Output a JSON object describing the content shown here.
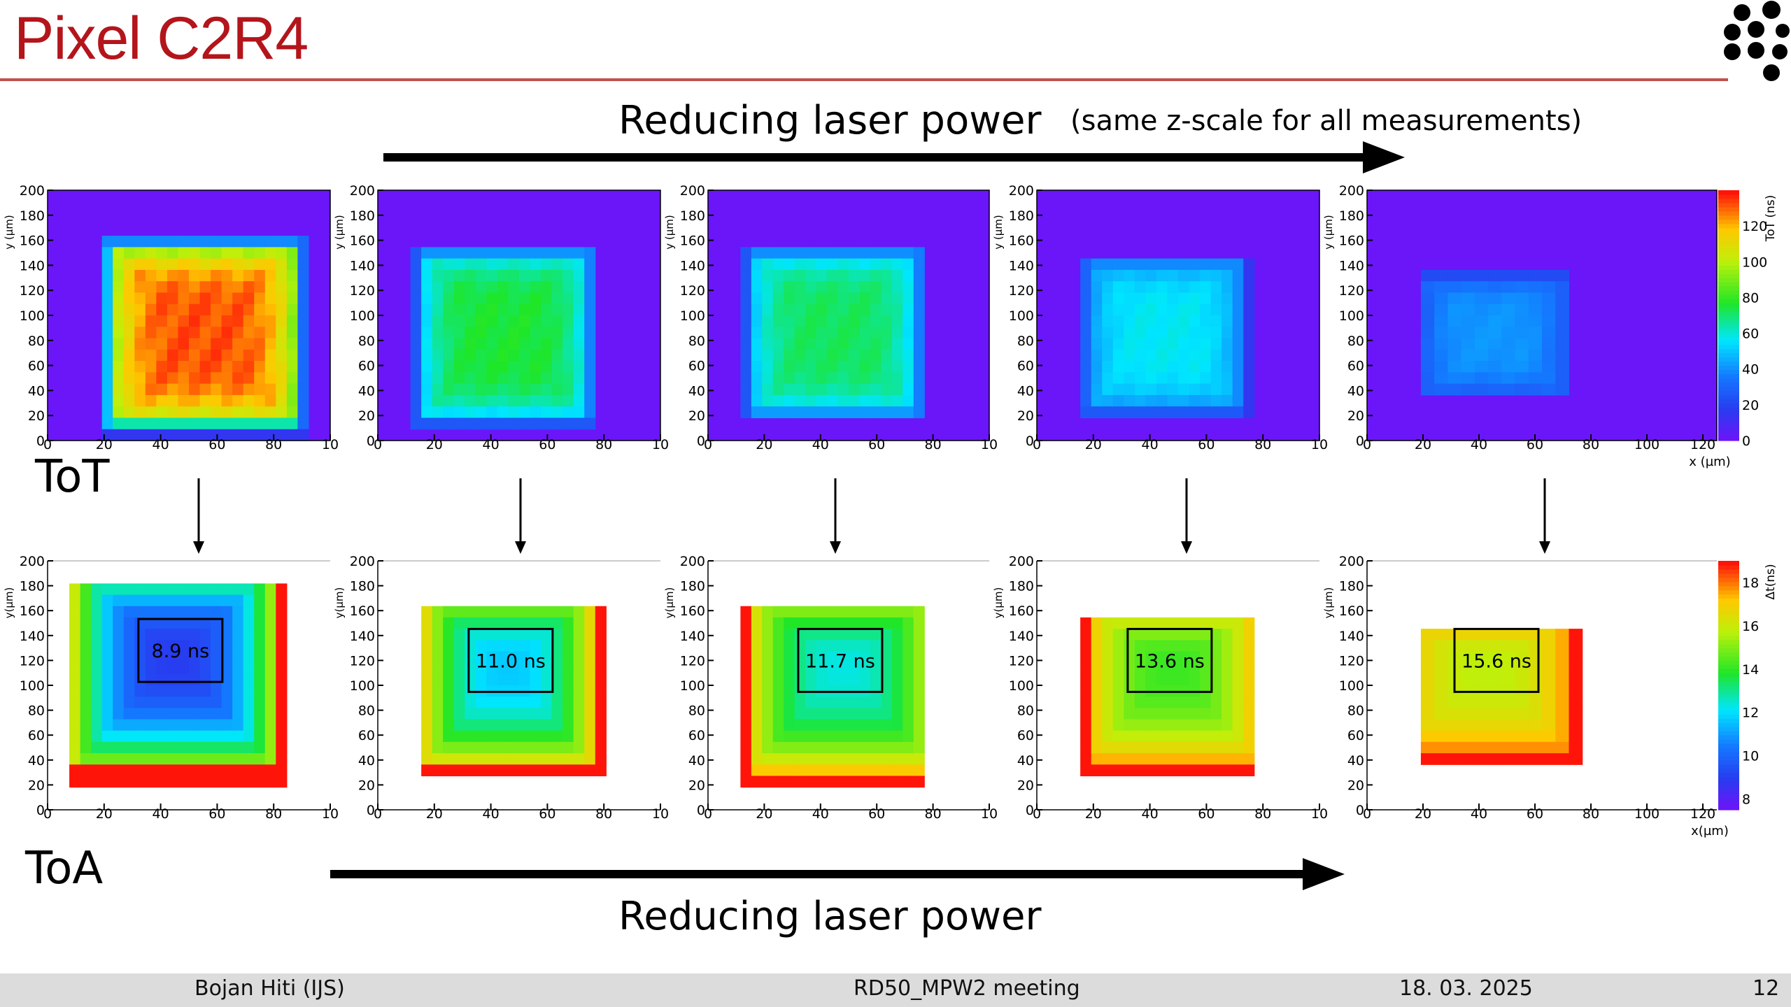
{
  "slide": {
    "title": "Pixel C2R4",
    "top_heading": "Reducing laser power",
    "top_note": "(same z-scale for all measurements)",
    "bottom_heading": "Reducing laser power",
    "row_tot": "ToT",
    "row_toa": "ToA"
  },
  "footer": {
    "author": "Bojan Hiti (IJS)",
    "meeting": "RD50_MPW2 meeting",
    "date": "18. 03. 2025",
    "page": "12"
  },
  "colors": {
    "title_red": "#b3151b",
    "rule_red": "#c0504d",
    "background_purple": "#6a16f8",
    "footer_gray": "#dcdcdc"
  },
  "chart_data": [
    {
      "type": "heatmap",
      "row": "ToT",
      "panel": 1,
      "ylabel": "y (µm)",
      "yticks": [
        "0",
        "20",
        "40",
        "60",
        "80",
        "100",
        "120",
        "140",
        "160",
        "180",
        "200"
      ],
      "xticks": [
        "0",
        "20",
        "40",
        "60",
        "80",
        "10"
      ],
      "xlim": [
        0,
        100
      ],
      "ylim": [
        0,
        200
      ],
      "label": ""
    },
    {
      "type": "heatmap",
      "row": "ToT",
      "panel": 2,
      "ylabel": "y (µm)",
      "yticks": [
        "0",
        "20",
        "40",
        "60",
        "80",
        "100",
        "120",
        "140",
        "160",
        "180",
        "200"
      ],
      "xticks": [
        "0",
        "20",
        "40",
        "60",
        "80",
        "10"
      ],
      "xlim": [
        0,
        100
      ],
      "ylim": [
        0,
        200
      ],
      "label": ""
    },
    {
      "type": "heatmap",
      "row": "ToT",
      "panel": 3,
      "ylabel": "y (µm)",
      "yticks": [
        "0",
        "20",
        "40",
        "60",
        "80",
        "100",
        "120",
        "140",
        "160",
        "180",
        "200"
      ],
      "xticks": [
        "0",
        "20",
        "40",
        "60",
        "80",
        "10"
      ],
      "xlim": [
        0,
        100
      ],
      "ylim": [
        0,
        200
      ],
      "label": ""
    },
    {
      "type": "heatmap",
      "row": "ToT",
      "panel": 4,
      "ylabel": "y (µm)",
      "yticks": [
        "0",
        "20",
        "40",
        "60",
        "80",
        "100",
        "120",
        "140",
        "160",
        "180",
        "200"
      ],
      "xticks": [
        "0",
        "20",
        "40",
        "60",
        "80",
        "10"
      ],
      "xlim": [
        0,
        100
      ],
      "ylim": [
        0,
        200
      ],
      "label": ""
    },
    {
      "type": "heatmap",
      "row": "ToT",
      "panel": 5,
      "ylabel": "y (µm)",
      "xlabel": "x (µm)",
      "yticks": [
        "0",
        "20",
        "40",
        "60",
        "80",
        "100",
        "120",
        "140",
        "160",
        "180",
        "200"
      ],
      "xticks": [
        "0",
        "20",
        "40",
        "60",
        "80",
        "100",
        "120"
      ],
      "xlim": [
        0,
        125
      ],
      "ylim": [
        0,
        200
      ],
      "zlabel": "ToT (ns)",
      "zticks": [
        "0",
        "20",
        "40",
        "60",
        "80",
        "100",
        "120"
      ],
      "zlim": [
        0,
        140
      ],
      "label": ""
    },
    {
      "type": "heatmap",
      "row": "ToA",
      "panel": 1,
      "ylabel": "y(µm)",
      "yticks": [
        "0",
        "20",
        "40",
        "60",
        "80",
        "100",
        "120",
        "140",
        "160",
        "180",
        "200"
      ],
      "xticks": [
        "0",
        "20",
        "40",
        "60",
        "80",
        "10"
      ],
      "xlim": [
        0,
        100
      ],
      "ylim": [
        0,
        200
      ],
      "label": "8.9 ns"
    },
    {
      "type": "heatmap",
      "row": "ToA",
      "panel": 2,
      "ylabel": "y(µm)",
      "yticks": [
        "0",
        "20",
        "40",
        "60",
        "80",
        "100",
        "120",
        "140",
        "160",
        "180",
        "200"
      ],
      "xticks": [
        "0",
        "20",
        "40",
        "60",
        "80",
        "10"
      ],
      "xlim": [
        0,
        100
      ],
      "ylim": [
        0,
        200
      ],
      "label": "11.0 ns"
    },
    {
      "type": "heatmap",
      "row": "ToA",
      "panel": 3,
      "ylabel": "y(µm)",
      "yticks": [
        "0",
        "20",
        "40",
        "60",
        "80",
        "100",
        "120",
        "140",
        "160",
        "180",
        "200"
      ],
      "xticks": [
        "0",
        "20",
        "40",
        "60",
        "80",
        "10"
      ],
      "xlim": [
        0,
        100
      ],
      "ylim": [
        0,
        200
      ],
      "label": "11.7 ns"
    },
    {
      "type": "heatmap",
      "row": "ToA",
      "panel": 4,
      "ylabel": "y(µm)",
      "yticks": [
        "0",
        "20",
        "40",
        "60",
        "80",
        "100",
        "120",
        "140",
        "160",
        "180",
        "200"
      ],
      "xticks": [
        "0",
        "20",
        "40",
        "60",
        "80",
        "10"
      ],
      "xlim": [
        0,
        100
      ],
      "ylim": [
        0,
        200
      ],
      "label": "13.6 ns"
    },
    {
      "type": "heatmap",
      "row": "ToA",
      "panel": 5,
      "ylabel": "y(µm)",
      "xlabel": "x(µm)",
      "yticks": [
        "0",
        "20",
        "40",
        "60",
        "80",
        "100",
        "120",
        "140",
        "160",
        "180",
        "200"
      ],
      "xticks": [
        "0",
        "20",
        "40",
        "60",
        "80",
        "100",
        "120"
      ],
      "xlim": [
        0,
        125
      ],
      "ylim": [
        0,
        200
      ],
      "zlabel": "Δt(ns)",
      "zticks": [
        "8",
        "10",
        "12",
        "14",
        "16",
        "18"
      ],
      "zlim": [
        7.5,
        19
      ],
      "label": "15.6 ns"
    }
  ]
}
